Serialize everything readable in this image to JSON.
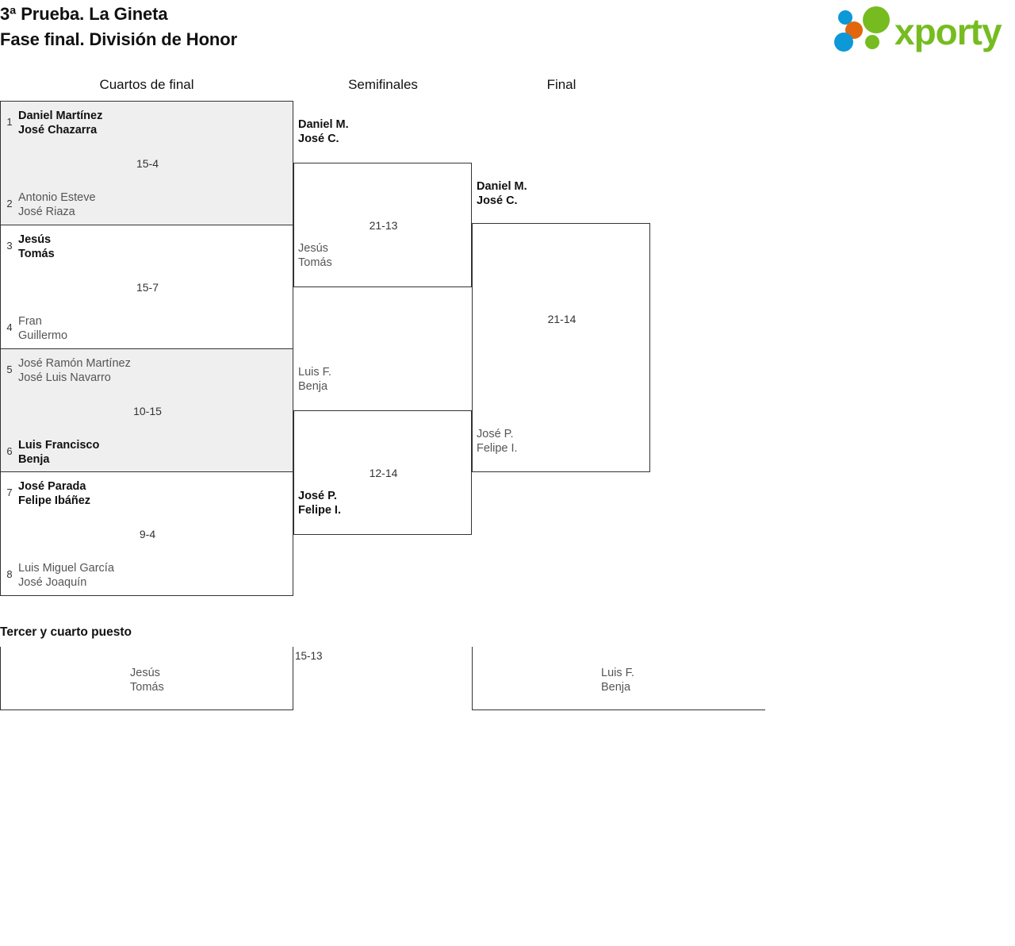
{
  "header": {
    "title_line1": "3ª Prueba. La Gineta",
    "title_line2": "Fase final. División de Honor",
    "logo_text": "xporty"
  },
  "rounds": {
    "quarterfinals_label": "Cuartos de final",
    "semifinals_label": "Semifinales",
    "final_label": "Final"
  },
  "colors": {
    "logo_green": "#76bc21",
    "logo_blue": "#0d98d8",
    "logo_orange": "#e2660d",
    "shaded_row": "#efefef",
    "border": "#333333",
    "winner_text": "#111111",
    "loser_text": "#555555"
  },
  "quarterfinals": [
    {
      "score": "15-4",
      "top": {
        "seed": "1",
        "player1": "Daniel Martínez",
        "player2": "José Chazarra",
        "winner": true
      },
      "bottom": {
        "seed": "2",
        "player1": "Antonio Esteve",
        "player2": "José Riaza",
        "winner": false
      }
    },
    {
      "score": "15-7",
      "top": {
        "seed": "3",
        "player1": "Jesús",
        "player2": "Tomás",
        "winner": true
      },
      "bottom": {
        "seed": "4",
        "player1": "Fran",
        "player2": "Guillermo",
        "winner": false
      }
    },
    {
      "score": "10-15",
      "top": {
        "seed": "5",
        "player1": "José Ramón Martínez",
        "player2": "José Luis Navarro",
        "winner": false
      },
      "bottom": {
        "seed": "6",
        "player1": "Luis Francisco",
        "player2": "Benja",
        "winner": true
      }
    },
    {
      "score": "9-4",
      "top": {
        "seed": "7",
        "player1": "José Parada",
        "player2": "Felipe Ibáñez",
        "winner": true
      },
      "bottom": {
        "seed": "8",
        "player1": "Luis Miguel García",
        "player2": "José Joaquín",
        "winner": false
      }
    }
  ],
  "semifinals": [
    {
      "score": "21-13",
      "top": {
        "player1": "Daniel M.",
        "player2": "José C.",
        "winner": true
      },
      "bottom": {
        "player1": "Jesús",
        "player2": "Tomás",
        "winner": false
      }
    },
    {
      "score": "12-14",
      "top": {
        "player1": "Luis F.",
        "player2": "Benja",
        "winner": false
      },
      "bottom": {
        "player1": "José P.",
        "player2": "Felipe I.",
        "winner": true
      }
    }
  ],
  "final": {
    "score": "21-14",
    "top": {
      "player1": "Daniel M.",
      "player2": "José C.",
      "winner": true
    },
    "bottom": {
      "player1": "José P.",
      "player2": "Felipe I.",
      "winner": false
    }
  },
  "third_place": {
    "title": "Tercer y cuarto puesto",
    "score": "15-13",
    "left": {
      "player1": "Jesús",
      "player2": "Tomás"
    },
    "right": {
      "player1": "Luis F.",
      "player2": "Benja"
    }
  }
}
